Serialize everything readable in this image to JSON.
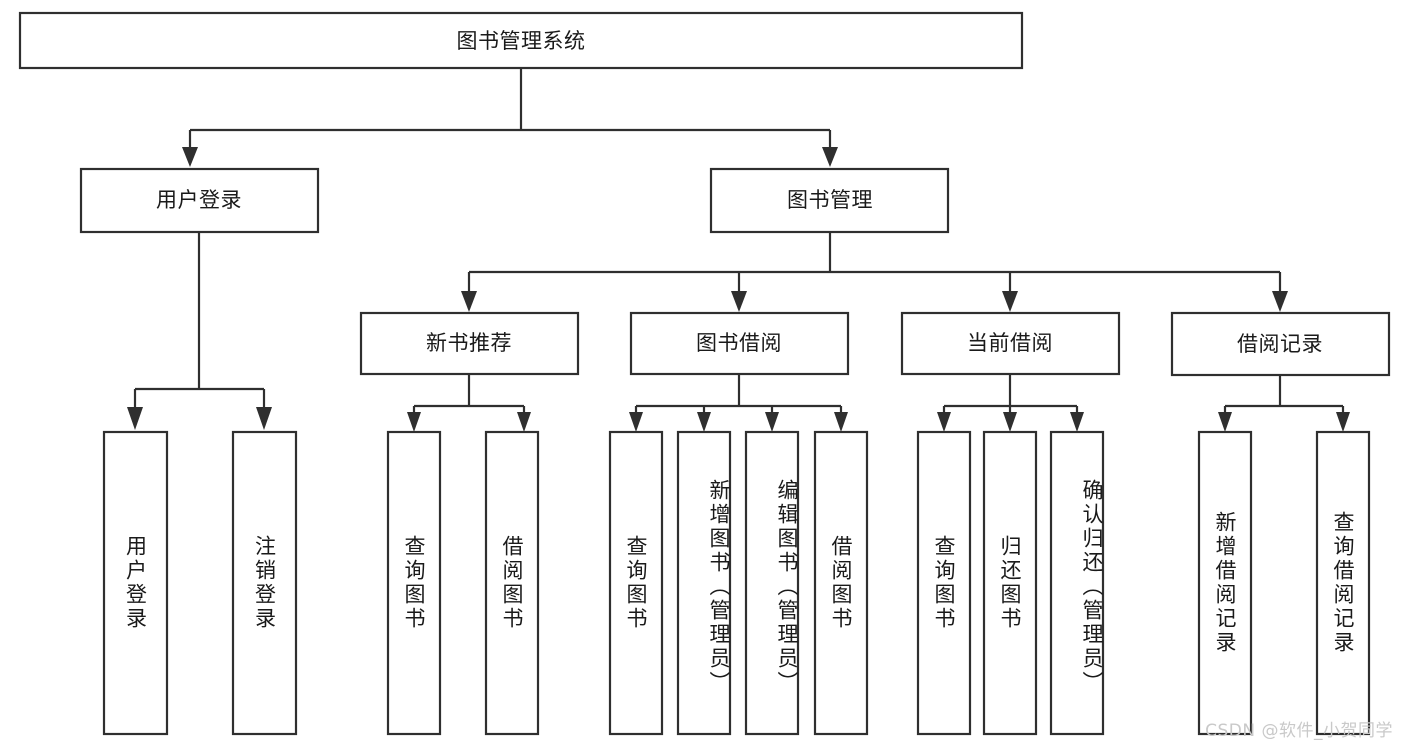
{
  "diagram": {
    "title": "图书管理系统",
    "type": "tree",
    "orientation": "top-down",
    "colors": {
      "box_stroke": "#2f2f2f",
      "box_fill": "#ffffff",
      "text": "#1a1a1a",
      "background": "#ffffff",
      "watermark": "#c9c9c9"
    },
    "root": {
      "label": "图书管理系统"
    },
    "level2": [
      {
        "label": "用户登录"
      },
      {
        "label": "图书管理"
      }
    ],
    "level3": [
      {
        "label": "新书推荐"
      },
      {
        "label": "图书借阅"
      },
      {
        "label": "当前借阅"
      },
      {
        "label": "借阅记录"
      }
    ],
    "leaves": {
      "user_login": [
        {
          "label": "用户登录"
        },
        {
          "label": "注销登录"
        }
      ],
      "new_book_recommend": [
        {
          "label": "查询图书"
        },
        {
          "label": "借阅图书"
        }
      ],
      "book_borrow": [
        {
          "label": "查询图书"
        },
        {
          "label": "新增图书（管理员）"
        },
        {
          "label": "编辑图书（管理员）"
        },
        {
          "label": "借阅图书"
        }
      ],
      "current_borrow": [
        {
          "label": "查询图书"
        },
        {
          "label": "归还图书"
        },
        {
          "label": "确认归还（管理员）"
        }
      ],
      "borrow_record": [
        {
          "label": "新增借阅记录"
        },
        {
          "label": "查询借阅记录"
        }
      ]
    }
  },
  "watermark": {
    "text": "CSDN @软件_小贺同学"
  }
}
